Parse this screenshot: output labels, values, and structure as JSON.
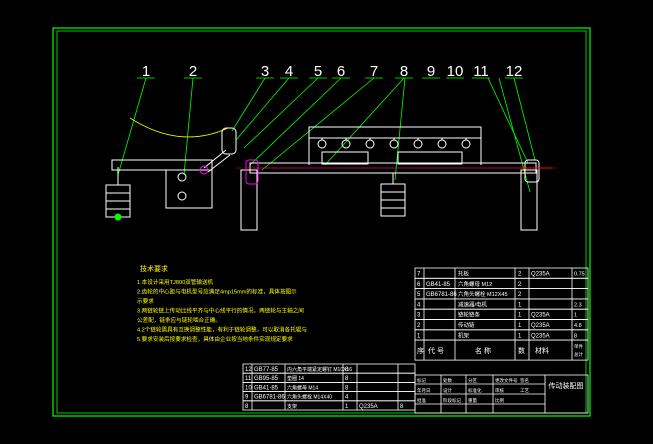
{
  "colors": {
    "background": "#000000",
    "frame": "#00ff00",
    "drawing": "#ffffff",
    "accent": "#ff00ff",
    "red": "#ff0000",
    "yellow": "#ffff00",
    "text": "#ffffff"
  },
  "balloons": [
    "1",
    "2",
    "3",
    "4",
    "5",
    "6",
    "7",
    "8",
    "9",
    "10",
    "11",
    "12"
  ],
  "tech_requirements": {
    "title": "技术要求",
    "lines": [
      "1.本设计采用TJ800双管输送机",
      "2.齿轮的中心距与电机型号应满足4mp15mm的标准，具体按图示",
      "  示要求",
      "3.两链轮链上传动比线平齐与中心线平行的情况，两链轮与主轴之间",
      "  公差配，链条应与链轮啮合正确。",
      "4.2个链轮需具有互换调整性能，有利于链轮调整，可以取消各托辊与",
      "5.要求安装后按要求检查，具体由企业按当地条件实现规定要求"
    ]
  },
  "top_table": {
    "rows": [
      {
        "no": "7",
        "code": "",
        "name": "托板",
        "qty": "2",
        "mat": "Q235A",
        "extra": "0.75"
      },
      {
        "no": "6",
        "code": "GB41-85",
        "name": "六角螺母 M12",
        "qty": "2",
        "mat": "",
        "extra": ""
      },
      {
        "no": "5",
        "code": "GB6781-86",
        "name": "六角头螺栓 M12X45",
        "qty": "2",
        "mat": "",
        "extra": ""
      },
      {
        "no": "4",
        "code": "",
        "name": "减速器/电机",
        "qty": "1",
        "mat": "",
        "extra": "2.3"
      },
      {
        "no": "3",
        "code": "",
        "name": "链轮链条",
        "qty": "1",
        "mat": "Q235A",
        "extra": "1"
      },
      {
        "no": "2",
        "code": "",
        "name": "传动链",
        "qty": "1",
        "mat": "Q235A",
        "extra": "4.8"
      },
      {
        "no": "1",
        "code": "",
        "name": "机架",
        "qty": "1",
        "mat": "Q235A",
        "extra": "8"
      }
    ],
    "header": {
      "no": "序",
      "code": "代  号",
      "name": "名  称",
      "qty": "数",
      "mat": "材料",
      "extra": "单件",
      "extra2": "总计"
    }
  },
  "bottom_table": {
    "rows": [
      {
        "no": "12",
        "code": "GB77-85",
        "name": "内六角平端紧定螺钉 M10X16",
        "qty": "8"
      },
      {
        "no": "11",
        "code": "GB95-85",
        "name": "垫圈 14",
        "qty": "8"
      },
      {
        "no": "10",
        "code": "GB41-85",
        "name": "六角螺母 M14",
        "qty": "8"
      },
      {
        "no": "9",
        "code": "GB6781-86",
        "name": "六角头螺栓 M14X40",
        "qty": "4"
      },
      {
        "no": "8",
        "code": "",
        "name": "支架",
        "qty": "1",
        "mat": "Q235A",
        "extra": "8"
      }
    ]
  },
  "title_block": {
    "drawing_title": "传动装配图",
    "cells": [
      "标记",
      "处数",
      "分区",
      "更改文件号",
      "签名",
      "年月日",
      "设计",
      "标准化",
      "审核",
      "工艺",
      "批准",
      "阶段标记",
      "重量",
      "比例"
    ]
  }
}
